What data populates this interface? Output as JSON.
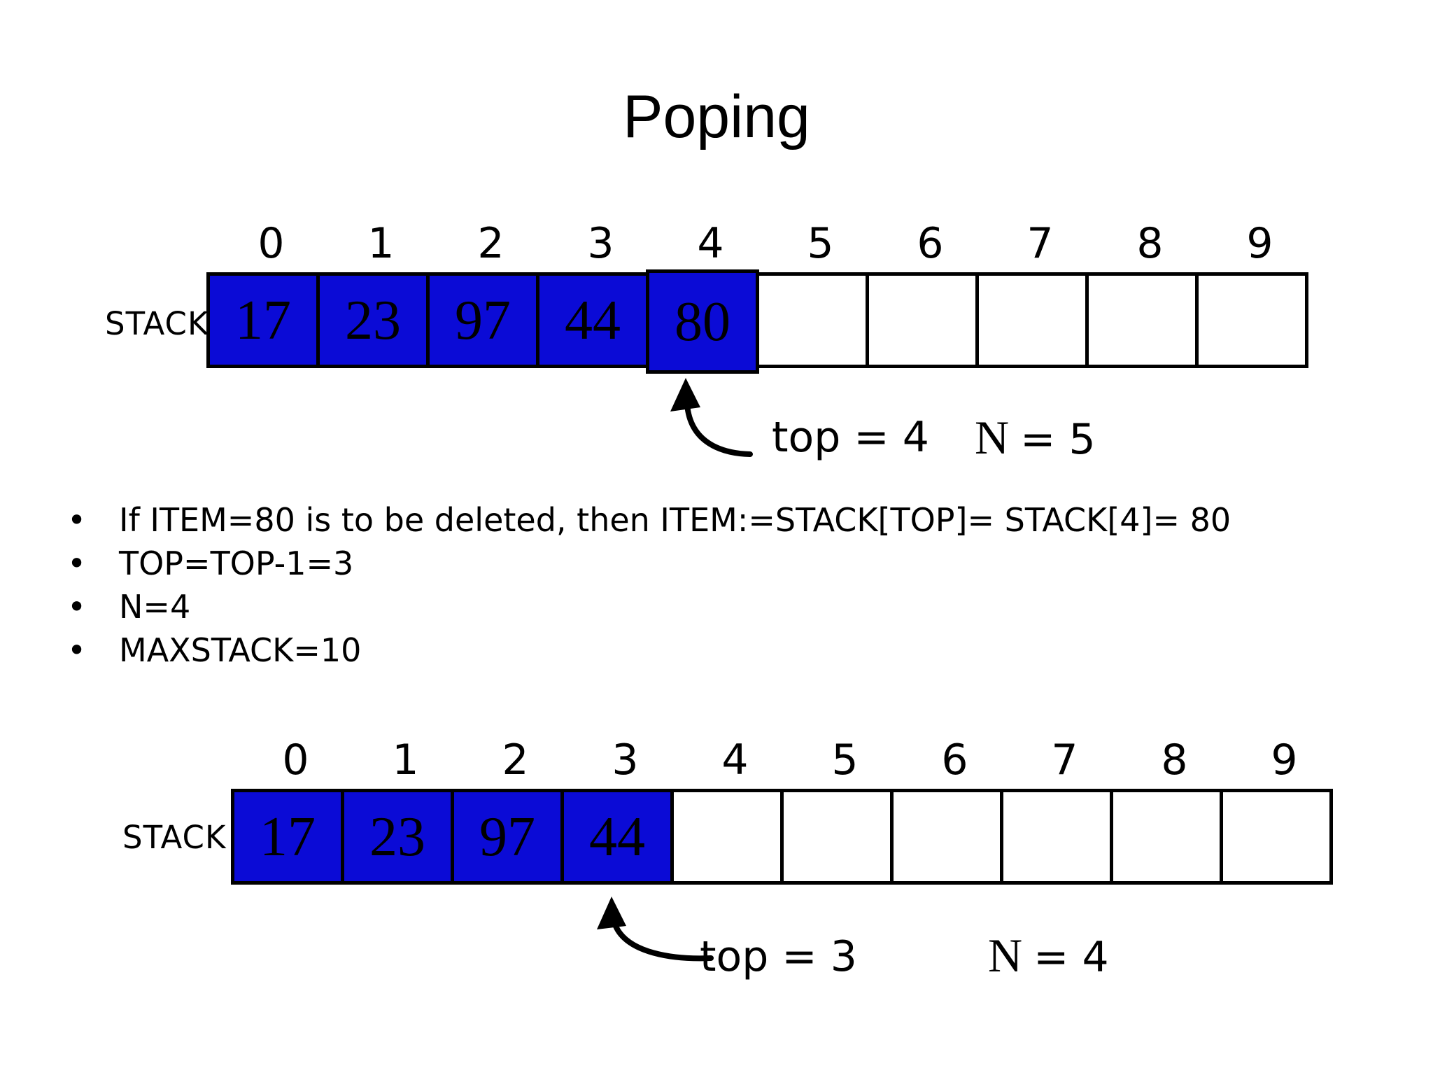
{
  "slide": {
    "title": "Poping"
  },
  "indices": [
    "0",
    "1",
    "2",
    "3",
    "4",
    "5",
    "6",
    "7",
    "8",
    "9"
  ],
  "stack1": {
    "label": "STACK",
    "cells": [
      {
        "value": "17",
        "filled": true
      },
      {
        "value": "23",
        "filled": true
      },
      {
        "value": "97",
        "filled": true
      },
      {
        "value": "44",
        "filled": true
      },
      {
        "value": "80",
        "filled": true
      },
      {
        "value": "",
        "filled": false
      },
      {
        "value": "",
        "filled": false
      },
      {
        "value": "",
        "filled": false
      },
      {
        "value": "",
        "filled": false
      },
      {
        "value": "",
        "filled": false
      }
    ],
    "pointer": {
      "top_text": "top = 4",
      "n_symbol": "N",
      "n_rest": "= 5"
    }
  },
  "bullets": {
    "marker": "•",
    "items": [
      "If ITEM=80 is to be deleted, then ITEM:=STACK[TOP]= STACK[4]= 80",
      "TOP=TOP-1=3",
      "N=4",
      "MAXSTACK=10"
    ]
  },
  "stack2": {
    "label": "STACK",
    "cells": [
      {
        "value": "17",
        "filled": true
      },
      {
        "value": "23",
        "filled": true
      },
      {
        "value": "97",
        "filled": true
      },
      {
        "value": "44",
        "filled": true
      },
      {
        "value": "",
        "filled": false
      },
      {
        "value": "",
        "filled": false
      },
      {
        "value": "",
        "filled": false
      },
      {
        "value": "",
        "filled": false
      },
      {
        "value": "",
        "filled": false
      },
      {
        "value": "",
        "filled": false
      }
    ],
    "pointer": {
      "top_text": "top = 3",
      "n_symbol": "N",
      "n_rest": "= 4"
    }
  },
  "colors": {
    "cell_fill": "#0b0bd6",
    "line": "#000000",
    "ink": "#000000",
    "bg": "#ffffff"
  }
}
